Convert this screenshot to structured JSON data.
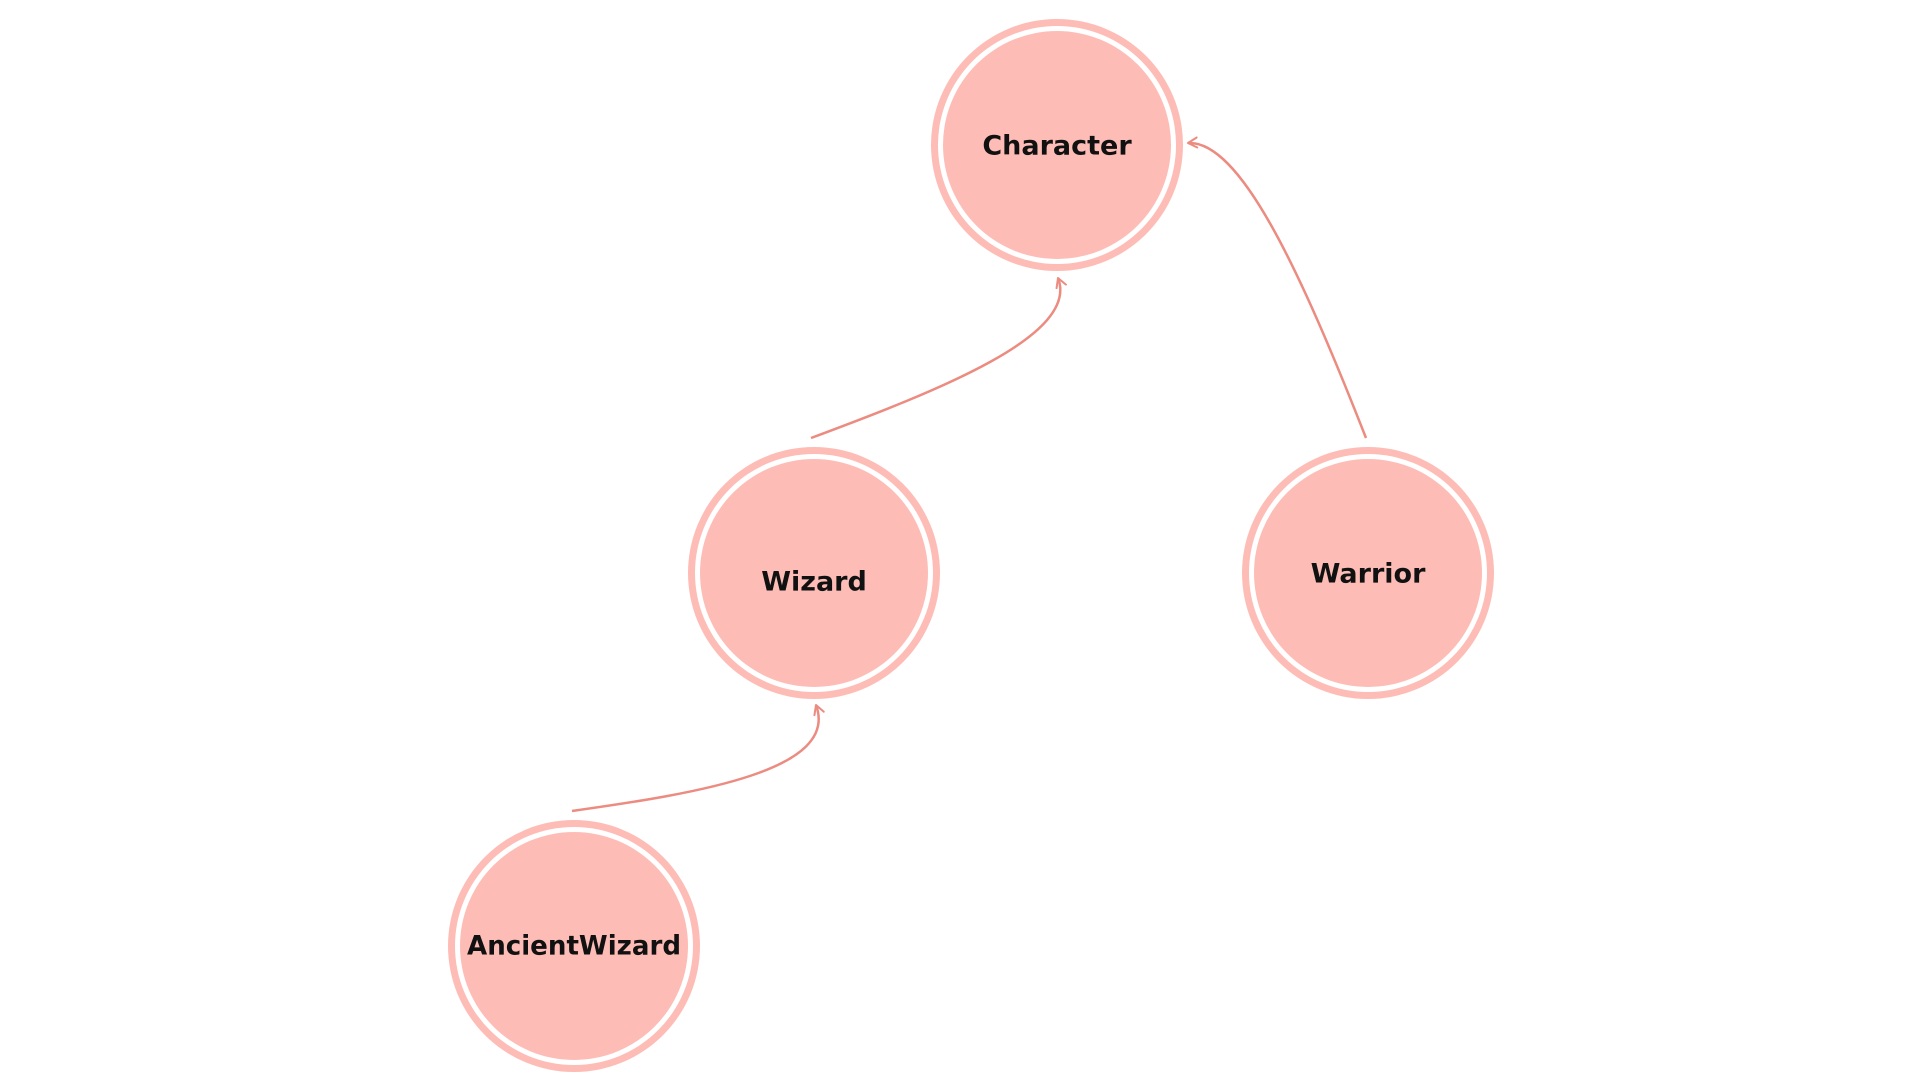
{
  "diagram": {
    "colors": {
      "node_fill": "#fdbdb6",
      "node_ring": "#fdbdb6",
      "node_gap": "#ffffff",
      "edge": "#ec8b80",
      "label": "#111111"
    },
    "nodes": {
      "character": {
        "label": "Character"
      },
      "wizard": {
        "label": "Wizard"
      },
      "warrior": {
        "label": "Warrior"
      },
      "ancient_wizard": {
        "label": "AncientWizard"
      }
    },
    "edges": [
      {
        "from": "wizard",
        "to": "character"
      },
      {
        "from": "warrior",
        "to": "character"
      },
      {
        "from": "ancient_wizard",
        "to": "wizard"
      }
    ]
  }
}
